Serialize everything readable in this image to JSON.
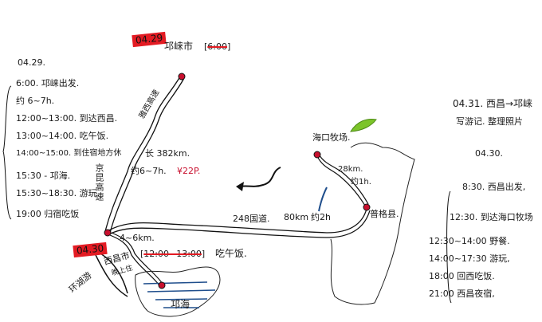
{
  "day1": {
    "date_tag": "04.29",
    "origin_label": "邛崃市",
    "origin_time": "6:00",
    "schedule_title": "04.29.",
    "schedule": [
      "6:00. 邛崃出发.",
      "约 6~7h.",
      "12:00~13:00. 到达西昌.",
      "13:00~14:00. 吃午饭.",
      "14:00~15:00. 到住宿地方休",
      "15:30 - 邛海.",
      "15:30~18:30. 游玩.",
      "19:00 归宿吃饭"
    ],
    "highway_label": "雅西高速",
    "highway_vertical": "京昆高速",
    "distance": "长 382km.",
    "duration": "约6~7h.",
    "toll": "¥22P."
  },
  "day2": {
    "date_tag": "04.30",
    "city_label": "西昌市",
    "stay_label": "晚上住",
    "short_distance": "4~6km.",
    "lunch_time": "12:00~13:00",
    "lunch_label": "吃午饭.",
    "lake_label": "邛海",
    "loop_label": "环湖游",
    "road_label": "248国道.",
    "road_distance": "80km",
    "road_duration": "约2h",
    "branch_distance": "28km.",
    "branch_duration": "约1h.",
    "county_label": "普格县.",
    "ranch_label": "海口牧场.",
    "schedule_title": "04.30.",
    "schedule": [
      "8:30. 西昌出发,",
      "12:30. 到达海口牧场",
      "12:30~14:00 野餐.",
      "14:00~17:30 游玩,",
      "18:00 回西吃饭.",
      "21:00 西昌夜宿,"
    ]
  },
  "day3": {
    "title": "04.31. 西昌→邛崃",
    "note": "写游记. 整理照片"
  },
  "colors": {
    "marker": "#c8102e",
    "tag": "#e31b23",
    "water": "#1f4e8c",
    "grass": "#7cc42a"
  }
}
